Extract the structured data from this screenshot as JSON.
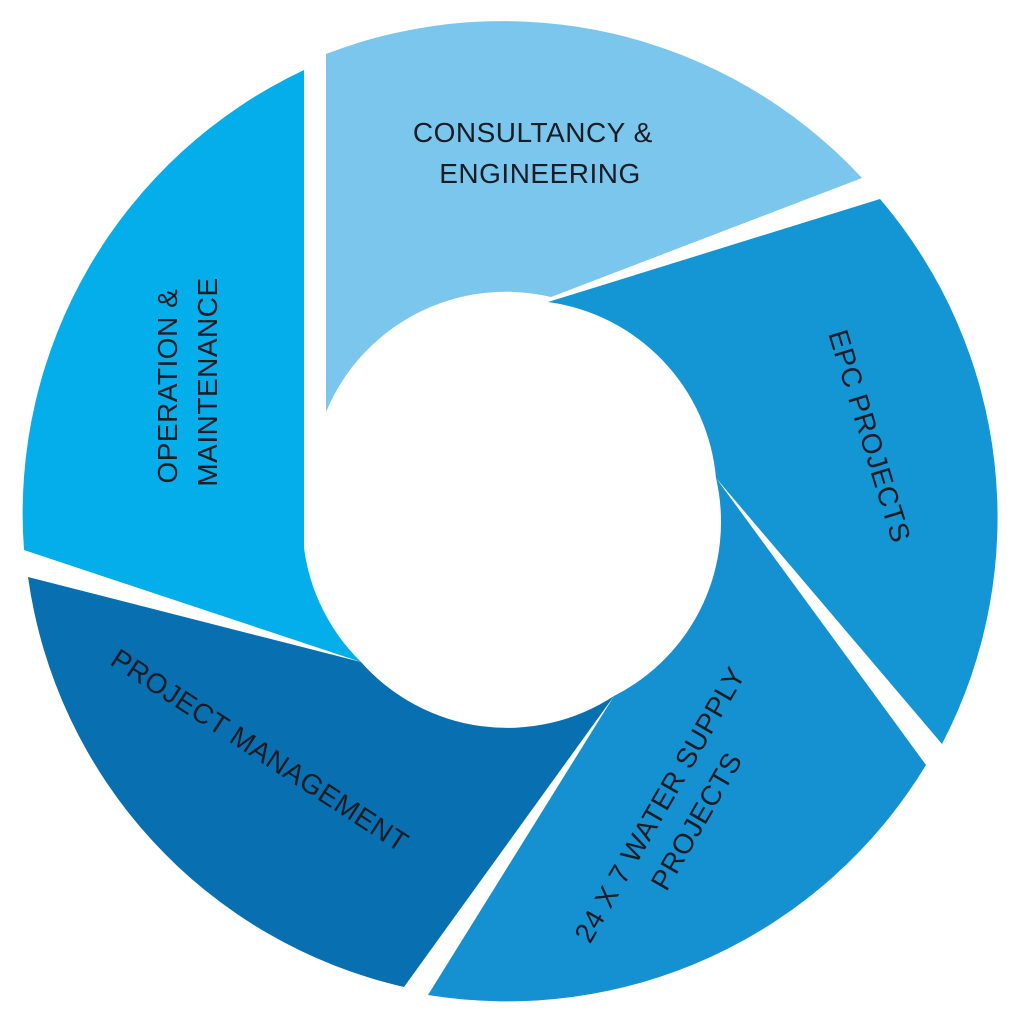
{
  "diagram": {
    "segments": [
      {
        "id": "consultancy",
        "lines": [
          "CONSULTANCY  &",
          "ENGINEERING"
        ],
        "color": "#7ac6ec"
      },
      {
        "id": "epc",
        "lines": [
          "EPC PROJECTS"
        ],
        "color": "#1495d4"
      },
      {
        "id": "water-supply",
        "lines": [
          "24 X 7 WATER SUPPLY",
          "PROJECTS"
        ],
        "color": "#1591d1"
      },
      {
        "id": "project-management",
        "lines": [
          "PROJECT  MANAGEMENT"
        ],
        "color": "#0870b0"
      },
      {
        "id": "operation",
        "lines": [
          "OPERATION  &",
          "MAINTENANCE"
        ],
        "color": "#03aeeb"
      }
    ]
  }
}
